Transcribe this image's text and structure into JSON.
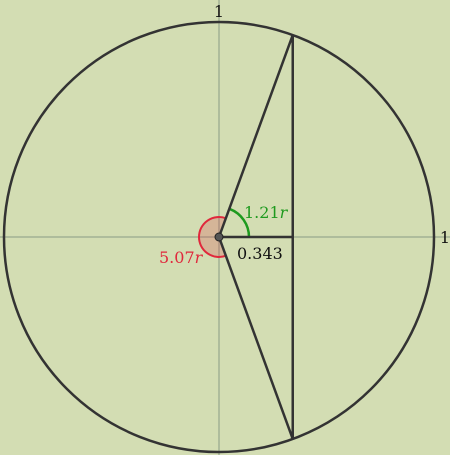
{
  "labels": {
    "axis_top": "1",
    "axis_right": "1",
    "chord_distance": "0.343",
    "green_angle_value": "1.21",
    "red_angle_value": "5.07",
    "angle_unit": "r"
  },
  "values": {
    "chord_distance": 0.343,
    "green_angle_rad": 1.21,
    "red_angle_rad": 5.07,
    "circle_radius_units": 1
  },
  "colors": {
    "background": "#d3ddb3",
    "circle": "#333333",
    "axes": "#8a9a84",
    "green_angle": "#1e9a1e",
    "red_angle": "#e0283c",
    "red_fill": "#e0283c",
    "center_dot": "#555555"
  }
}
